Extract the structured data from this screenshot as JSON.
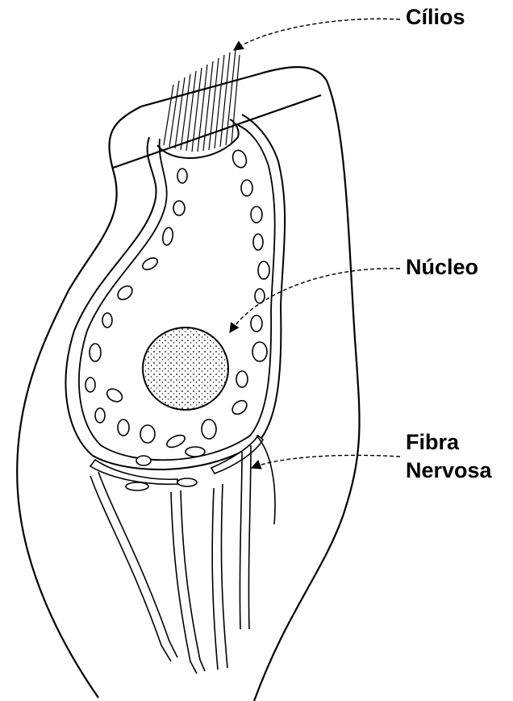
{
  "labels": {
    "cilia": "Cílios",
    "nucleus": "Núcleo",
    "nerve_fiber_line1": "Fibra",
    "nerve_fiber_line2": "Nervosa"
  }
}
